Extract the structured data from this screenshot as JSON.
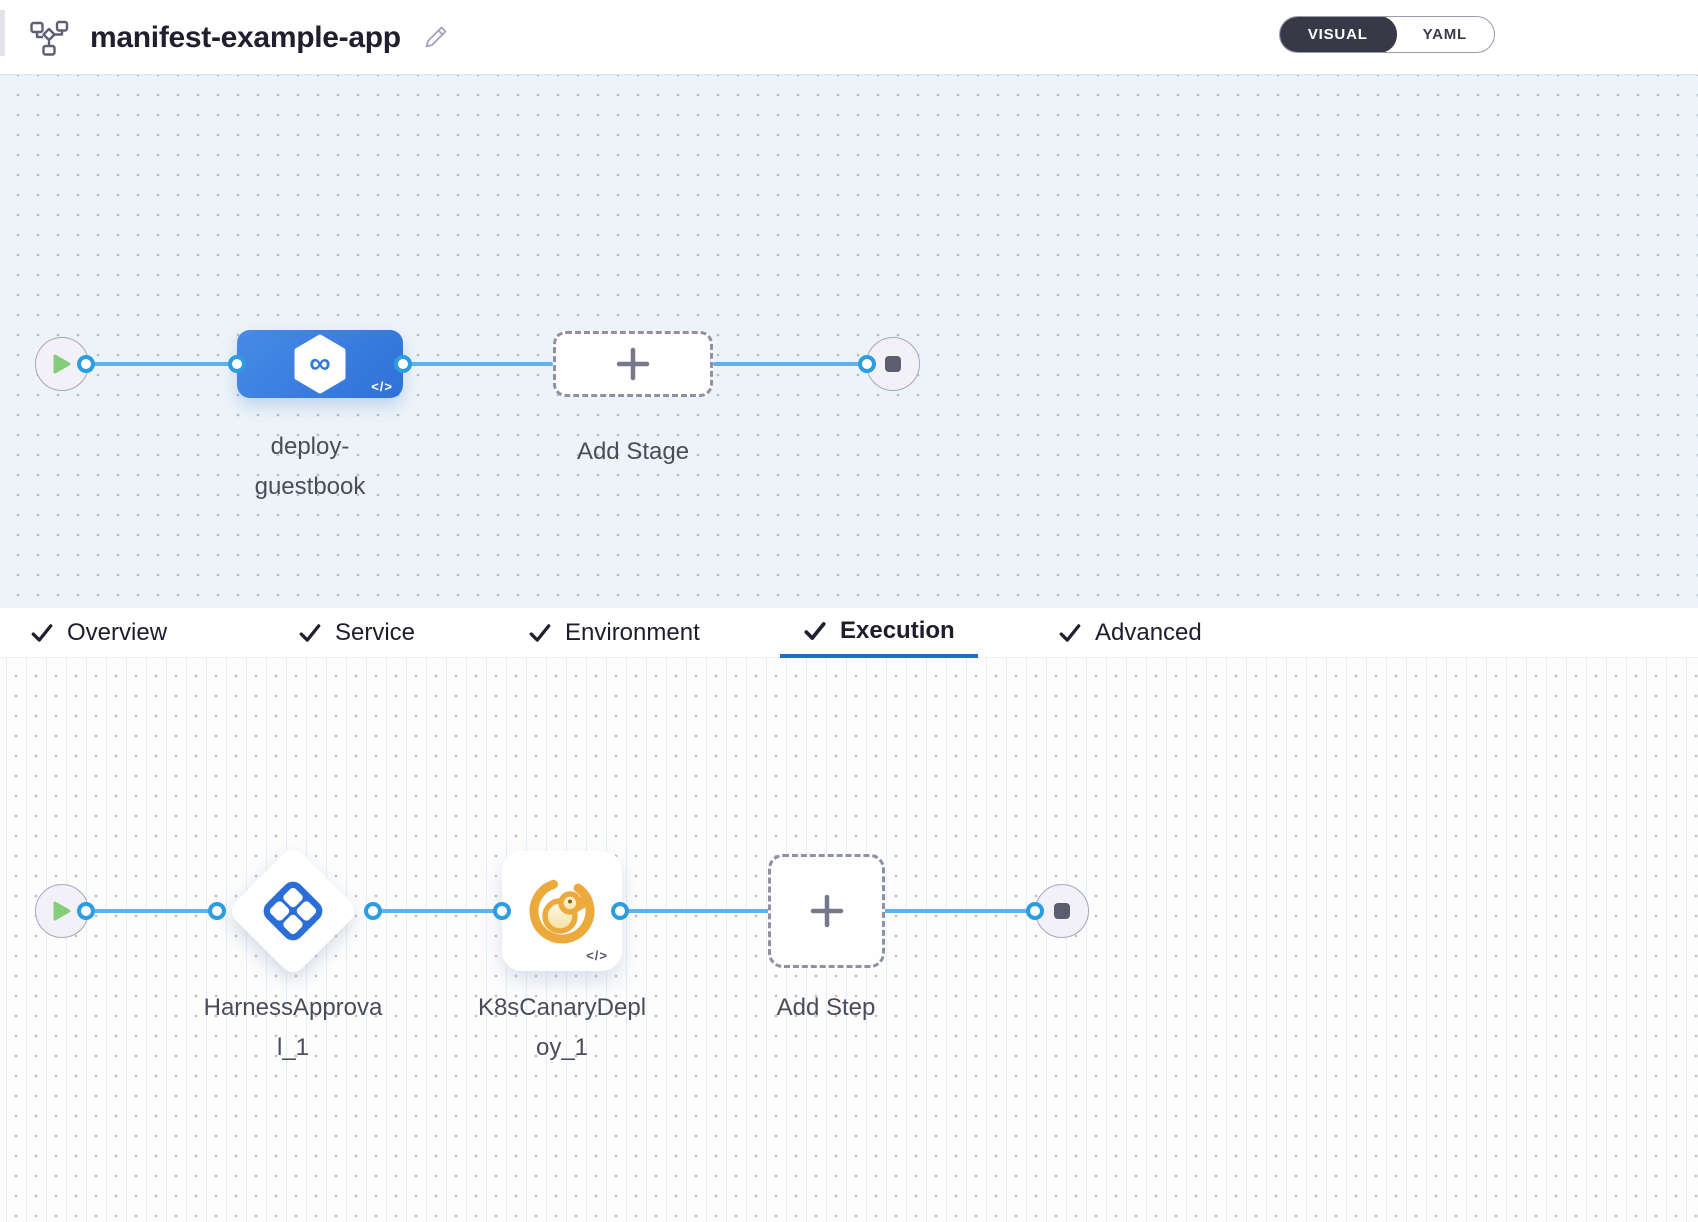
{
  "header": {
    "title": "manifest-example-app",
    "view_toggle": {
      "selected": "VISUAL",
      "options": [
        {
          "label": "VISUAL"
        },
        {
          "label": "YAML"
        }
      ]
    }
  },
  "stage_pipeline": {
    "stage": {
      "name": "deploy-guestbook",
      "code_badge": "</>"
    },
    "add_stage_label": "Add Stage"
  },
  "tabs": [
    {
      "label": "Overview",
      "checked": true,
      "active": false
    },
    {
      "label": "Service",
      "checked": true,
      "active": false
    },
    {
      "label": "Environment",
      "checked": true,
      "active": false
    },
    {
      "label": "Execution",
      "checked": true,
      "active": true
    },
    {
      "label": "Advanced",
      "checked": true,
      "active": false
    }
  ],
  "execution_pipeline": {
    "steps": [
      {
        "name": "HarnessApproval_1",
        "type": "harness-approval"
      },
      {
        "name": "K8sCanaryDeploy_1",
        "type": "k8s-canary-deploy",
        "code_badge": "</>"
      }
    ],
    "add_step_label": "Add Step"
  },
  "icons": {
    "infinity_glyph": "∞",
    "pipeline": "graph-nodes",
    "edit": "pencil",
    "start": "play-triangle",
    "end": "stop-square",
    "add": "plus"
  },
  "colors": {
    "stage_blue": "#3b7fe0",
    "connector_blue": "#5fb3ea",
    "port_ring_blue": "#2d9de2",
    "accent_underline": "#1f6fc4",
    "approval_blue": "#2b6fd6",
    "canary_yellow": "#ecaa3d",
    "play_green": "#84cd7a",
    "toggle_dark": "#383946"
  }
}
